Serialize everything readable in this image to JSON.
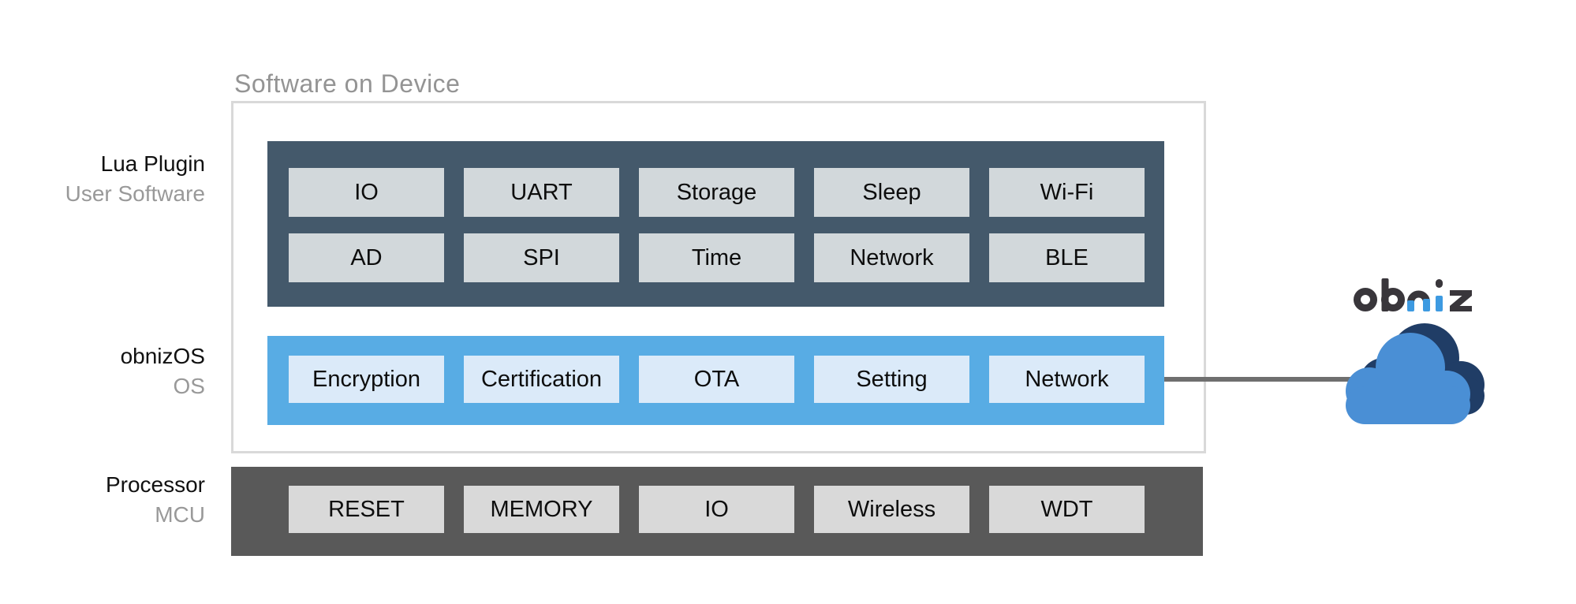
{
  "title": "Software on Device",
  "layers": {
    "user": {
      "label": "Lua Plugin",
      "sublabel": "User Software",
      "row1": [
        "IO",
        "UART",
        "Storage",
        "Sleep",
        "Wi-Fi"
      ],
      "row2": [
        "AD",
        "SPI",
        "Time",
        "Network",
        "BLE"
      ]
    },
    "os": {
      "label": "obnizOS",
      "sublabel": "OS",
      "chips": [
        "Encryption",
        "Certification",
        "OTA",
        "Setting",
        "Network"
      ]
    },
    "mcu": {
      "label": "Processor",
      "sublabel": "MCU",
      "chips": [
        "RESET",
        "MEMORY",
        "IO",
        "Wireless",
        "WDT"
      ]
    }
  },
  "cloud": {
    "brand": "obniz"
  },
  "colors": {
    "user_box": "#44596b",
    "user_chip": "#d2d8db",
    "os_box": "#58ace4",
    "os_chip": "#dbeaf9",
    "mcu_box": "#595959",
    "mcu_chip": "#d9d9d9",
    "outer_border": "#d9d9d9",
    "connector": "#6f6f6f",
    "cloud_front": "#4a8fd5",
    "cloud_shadow": "#203d66",
    "logo_dark": "#39363b",
    "logo_blue": "#3d9ae1",
    "muted_text": "#999999",
    "text": "#111111"
  }
}
